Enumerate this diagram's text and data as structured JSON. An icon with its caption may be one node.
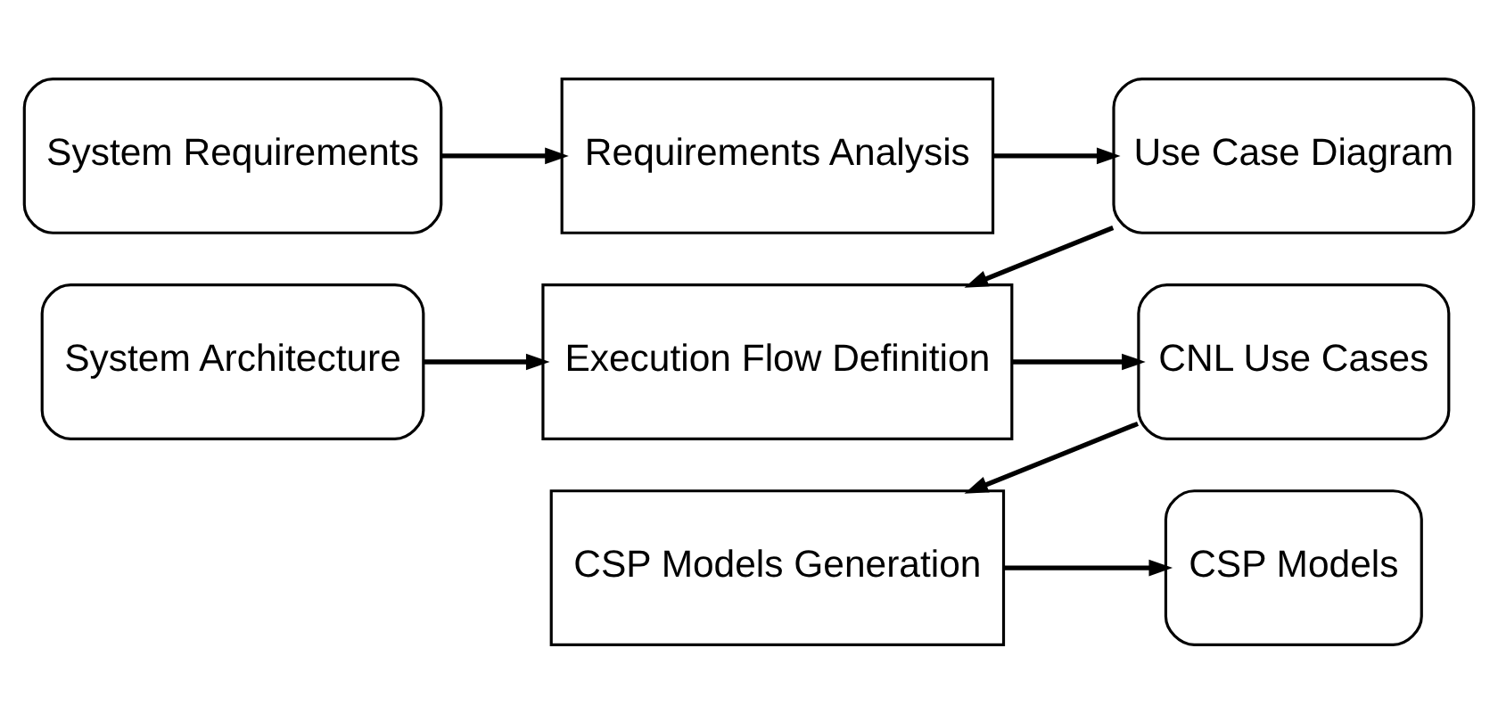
{
  "diagram": {
    "nodes": [
      {
        "text": [
          "System Requirements"
        ]
      },
      {
        "text": [
          "Requirements Analysis"
        ]
      },
      {
        "text": [
          "Use Case Diagram"
        ]
      },
      {
        "text": [
          "System Architecture"
        ]
      },
      {
        "text": [
          "Execution Flow Definition"
        ]
      },
      {
        "text": [
          "CNL Use Cases"
        ]
      },
      {
        "text": [
          "CSP Models Generation"
        ]
      },
      {
        "text": [
          "CSP Models"
        ]
      }
    ],
    "edges": [
      {
        "from": 0,
        "to": 1,
        "arrow": "to"
      },
      {
        "from": 1,
        "to": 2,
        "arrow": "to"
      },
      {
        "from": 2,
        "to": 4,
        "arrow": "to"
      },
      {
        "from": 3,
        "to": 4,
        "arrow": "to"
      },
      {
        "from": 4,
        "to": 5,
        "arrow": "to"
      },
      {
        "from": 5,
        "to": 6,
        "arrow": "to"
      },
      {
        "from": 6,
        "to": 7,
        "arrow": "to"
      }
    ]
  }
}
